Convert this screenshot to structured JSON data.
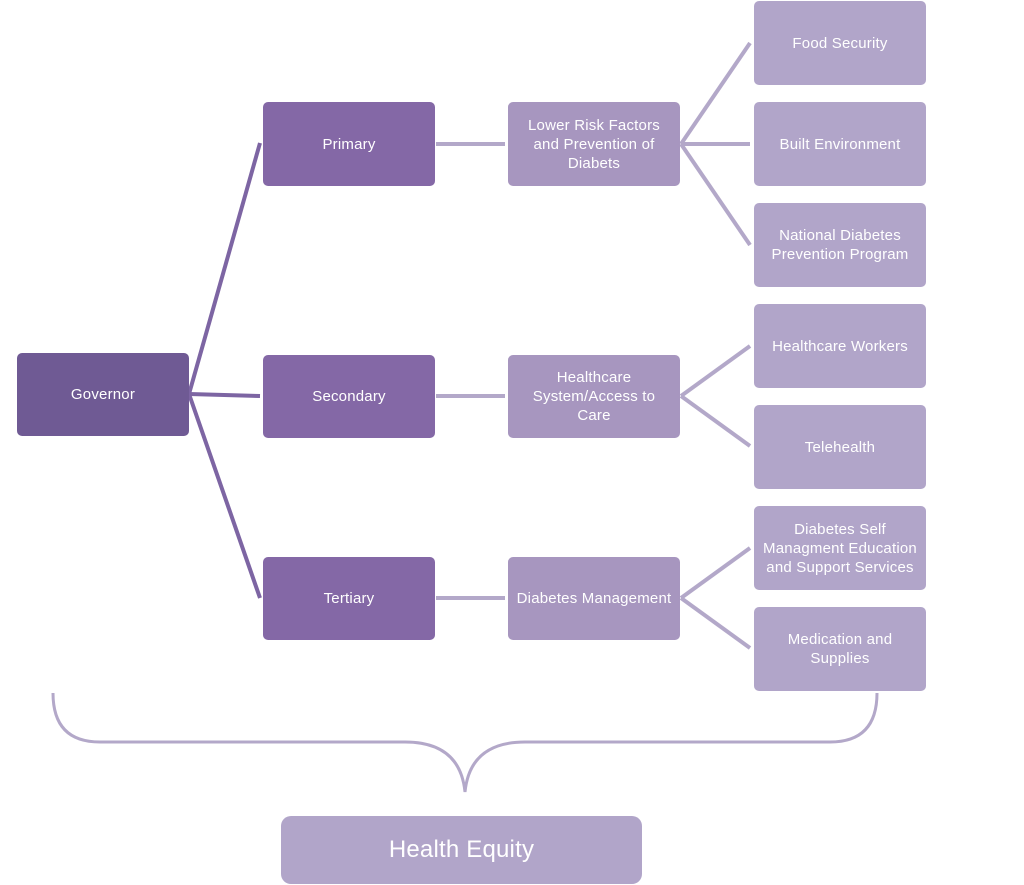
{
  "colors": {
    "governor": "#6f5a94",
    "level1": "#8468a6",
    "level2": "#a796bf",
    "level3": "#b1a5c9",
    "connector_dark": "#7d65a3",
    "connector_light": "#b3a8c9",
    "text": "#ffffff"
  },
  "diagram": {
    "root": "Governor",
    "branches": [
      {
        "label": "Primary",
        "focus": "Lower Risk Factors and Prevention of Diabets",
        "items": [
          "Food Security",
          "Built Environment",
          "National Diabetes Prevention Program"
        ]
      },
      {
        "label": "Secondary",
        "focus": "Healthcare System/Access to Care",
        "items": [
          "Healthcare Workers",
          "Telehealth"
        ]
      },
      {
        "label": "Tertiary",
        "focus": "Diabetes Management",
        "items": [
          "Diabetes Self Managment Education and Support Services",
          "Medication and Supplies"
        ]
      }
    ],
    "foundation": "Health Equity"
  }
}
